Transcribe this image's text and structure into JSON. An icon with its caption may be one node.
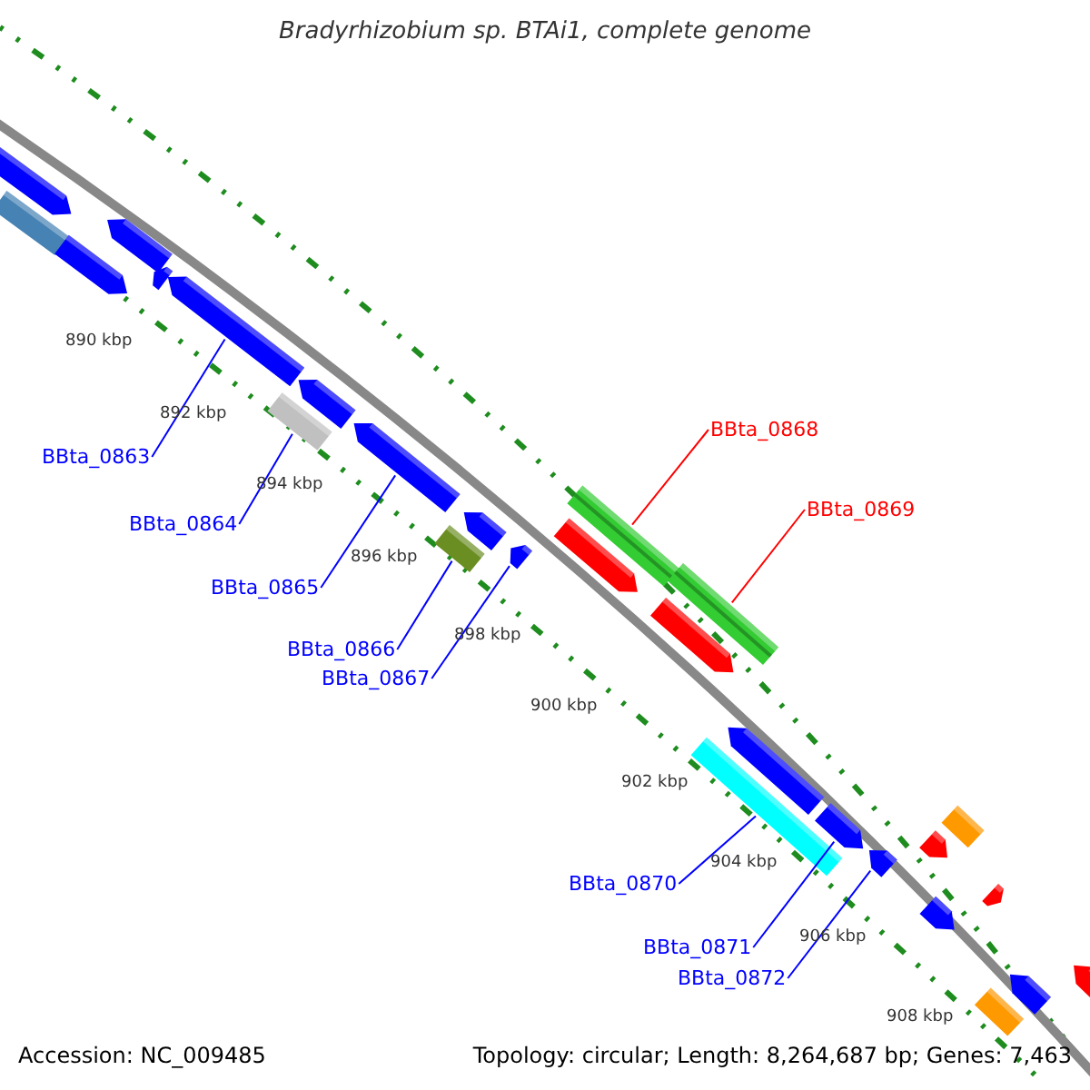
{
  "diagram": {
    "title": "Bradyrhizobium sp. BTAi1, complete genome",
    "nodes": [
      {
        "text": [
          "BBta_0863"
        ]
      },
      {
        "text": [
          "BBta_0864"
        ]
      },
      {
        "text": [
          "BBta_0865"
        ]
      },
      {
        "text": [
          "BBta_0866"
        ]
      },
      {
        "text": [
          "BBta_0867"
        ]
      },
      {
        "text": [
          "BBta_0868"
        ]
      },
      {
        "text": [
          "BBta_0869"
        ]
      },
      {
        "text": [
          "BBta_0870"
        ]
      },
      {
        "text": [
          "BBta_0871"
        ]
      },
      {
        "text": [
          "BBta_0872"
        ]
      },
      {
        "text": [],
        "shape": "arrow"
      },
      {
        "text": [],
        "shape": "arrow"
      },
      {
        "text": [],
        "shape": "arrow"
      },
      {
        "text": [],
        "shape": "arrow"
      },
      {
        "text": [],
        "shape": "arrow"
      },
      {
        "text": [],
        "shape": "arrow"
      },
      {
        "text": [],
        "shape": "arrow"
      },
      {
        "text": [],
        "shape": "box"
      },
      {
        "text": [],
        "shape": "arrow"
      },
      {
        "text": [],
        "shape": "arrow"
      },
      {
        "text": [],
        "shape": "box"
      },
      {
        "text": [],
        "shape": "box"
      },
      {
        "text": [],
        "shape": "arrow"
      },
      {
        "text": [],
        "shape": "arrow"
      },
      {
        "text": [],
        "shape": "box"
      },
      {
        "text": [],
        "shape": "arrow"
      },
      {
        "text": [],
        "shape": "arrow"
      },
      {
        "text": [],
        "shape": "box"
      },
      {
        "text": [],
        "shape": "box"
      },
      {
        "text": [],
        "shape": "arrow"
      },
      {
        "text": [],
        "shape": "arrow"
      },
      {
        "text": [],
        "shape": "arrow"
      },
      {
        "text": [],
        "shape": "arrow"
      },
      {
        "text": [],
        "shape": "arrow"
      },
      {
        "text": [],
        "shape": "arrow"
      },
      {
        "text": [],
        "shape": "arrow"
      },
      {
        "text": [],
        "shape": "box"
      }
    ],
    "edges": [
      {
        "from": 0,
        "to": 15,
        "arrow": "none"
      },
      {
        "from": 1,
        "to": 17,
        "arrow": "none"
      },
      {
        "from": 2,
        "to": 18,
        "arrow": "none"
      },
      {
        "from": 3,
        "to": 21,
        "arrow": "none"
      },
      {
        "from": 4,
        "to": 22,
        "arrow": "none"
      },
      {
        "from": 5,
        "to": 20,
        "arrow": "none",
        "color": "#ff0000"
      },
      {
        "from": 6,
        "to": 24,
        "arrow": "none",
        "color": "#ff0000"
      },
      {
        "from": 7,
        "to": 27,
        "arrow": "none"
      },
      {
        "from": 8,
        "to": 29,
        "arrow": "none"
      },
      {
        "from": 9,
        "to": 31,
        "arrow": "none"
      }
    ],
    "labels": [
      "890 kbp",
      "892 kbp",
      "894 kbp",
      "896 kbp",
      "898 kbp",
      "900 kbp",
      "902 kbp",
      "904 kbp",
      "906 kbp",
      "908 kbp",
      "Accession: NC_009485",
      "Topology: circular; Length: 8,264,687 bp; Genes: 7,463"
    ]
  }
}
